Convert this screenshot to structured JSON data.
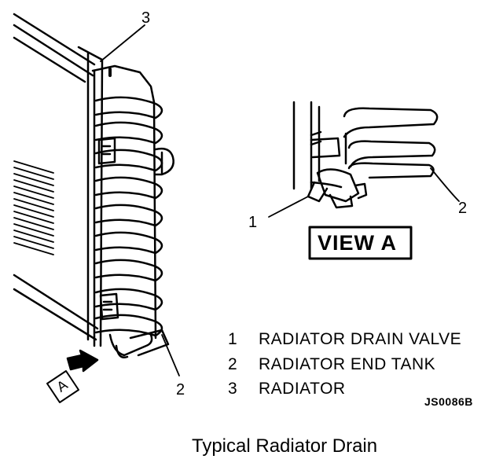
{
  "callouts": {
    "radiator_top": "3",
    "end_tank_bottom": "2",
    "view_drain_valve": "1",
    "view_end_tank": "2"
  },
  "view_label": "VIEW A",
  "arrow_label": "A",
  "legend": [
    {
      "num": "1",
      "text": "RADIATOR DRAIN VALVE"
    },
    {
      "num": "2",
      "text": "RADIATOR END TANK"
    },
    {
      "num": "3",
      "text": "RADIATOR"
    }
  ],
  "figure_code": "JS0086B",
  "caption": "Typical Radiator Drain"
}
